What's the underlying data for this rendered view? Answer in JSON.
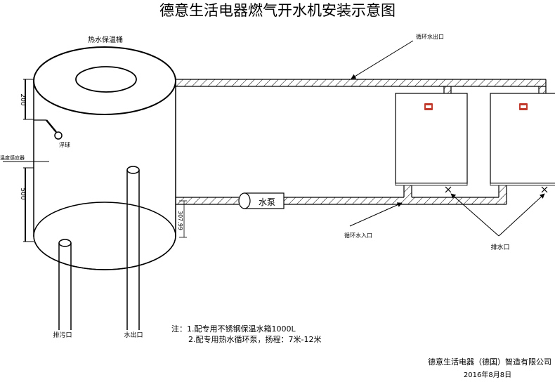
{
  "title": "德意生活电器燃气开水机安装示意图",
  "labels": {
    "tank": "热水保温桶",
    "circulation_outlet": "循环水出口",
    "circulation_inlet": "循环水入口",
    "float_ball": "浮球",
    "temp_sensor": "温度感应器",
    "pump": "水泵",
    "drain_outlet": "排水口",
    "sewage_outlet": "排污口",
    "water_outlet": "水出口"
  },
  "dimensions": {
    "top": "200",
    "middle": "500",
    "side": "307.99"
  },
  "notes": {
    "line1": "注：1.配专用不锈钢保温水箱1000L",
    "line2": "2.配专用热水循环泵，扬程：7米-12米"
  },
  "footer": {
    "company": "德意生活电器（德国）智造有限公司",
    "date": "2016年8月8日"
  },
  "colors": {
    "line": "#000000",
    "heater_logo": "#c0392b"
  },
  "icons": {
    "heater_logo": "heater-logo-icon",
    "valve": "valve-x-icon"
  }
}
